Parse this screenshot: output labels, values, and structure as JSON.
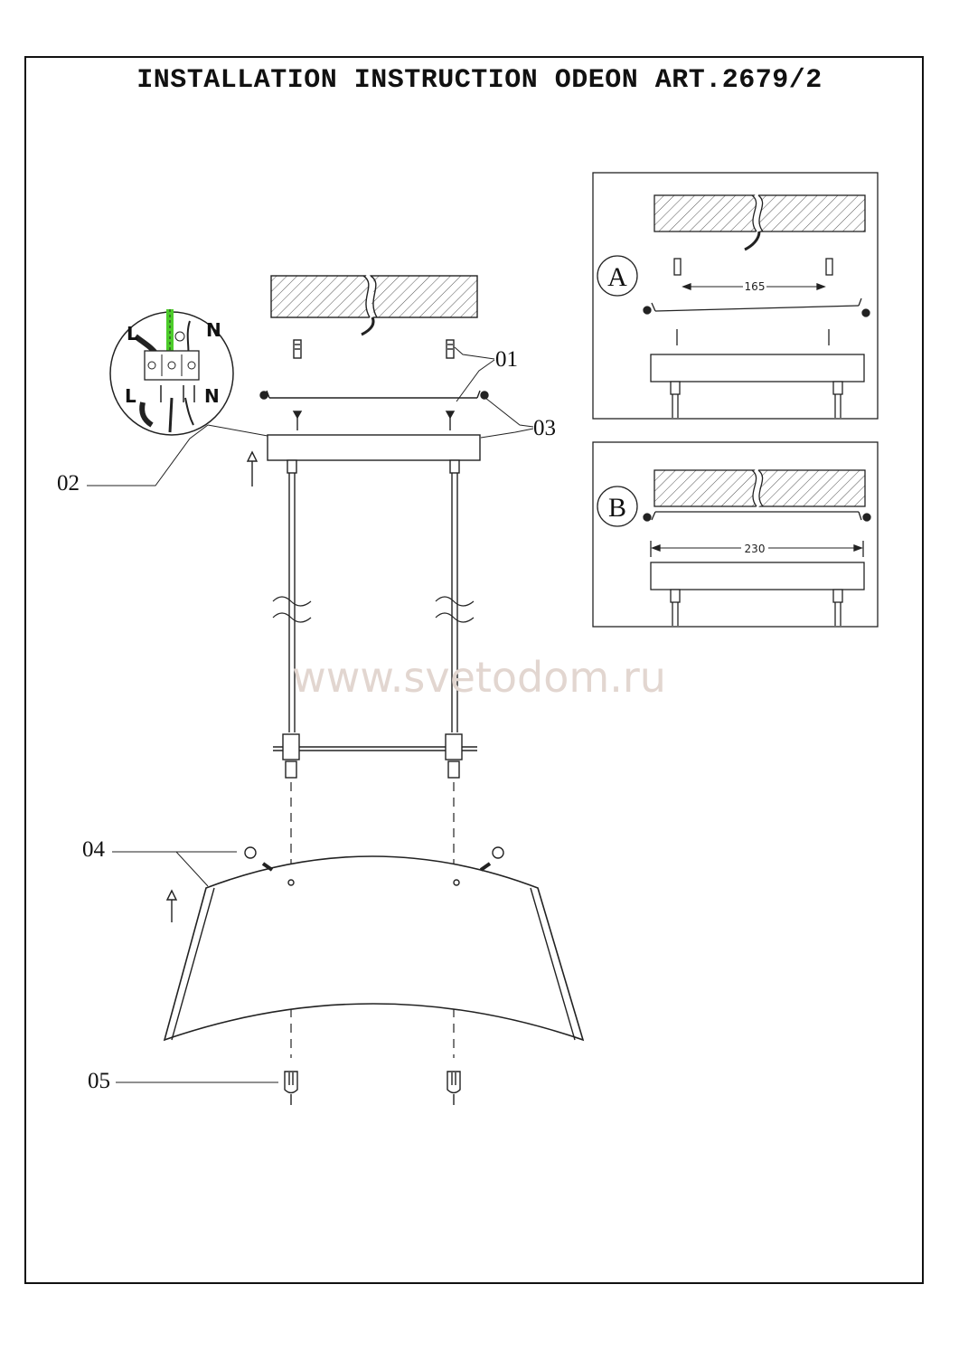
{
  "title": "INSTALLATION INSTRUCTION ODEON ART.2679/2",
  "watermark": "www.svetodom.ru",
  "callouts": {
    "c01": "01",
    "c02": "02",
    "c03": "03",
    "c04": "04",
    "c05": "05"
  },
  "wiring": {
    "label_l_top": "L",
    "label_n_top": "N",
    "label_l_bottom": "L",
    "label_n_bottom": "N"
  },
  "detail_a": {
    "label": "A",
    "dimension": "165"
  },
  "detail_b": {
    "label": "B",
    "dimension": "230"
  },
  "colors": {
    "line": "#222222",
    "earth_wire": "#4ccc2a",
    "watermark": "#e2d6d0"
  }
}
